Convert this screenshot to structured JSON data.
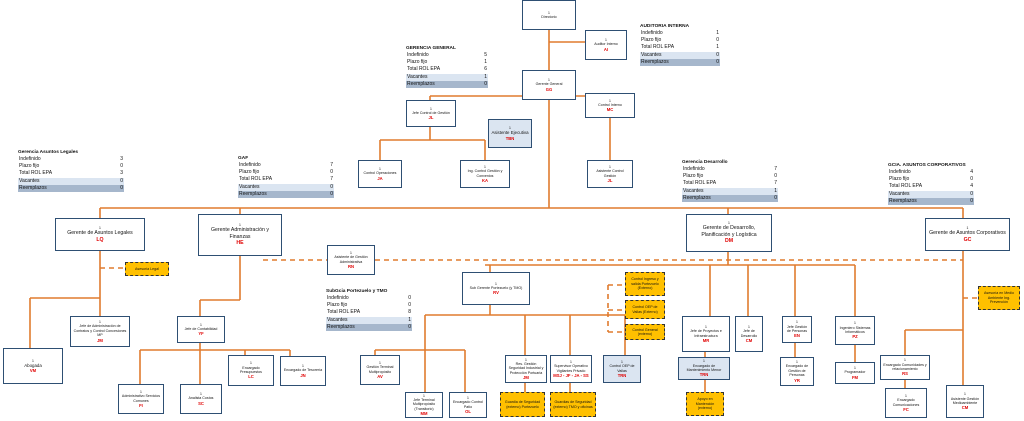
{
  "positions": {
    "director": {
      "count": "1",
      "title": "Directorio",
      "code": ""
    },
    "auditor": {
      "count": "1",
      "title": "Auditor Interno",
      "code": "AI"
    },
    "gerente_general": {
      "count": "1",
      "title": "Gerente General",
      "code": "GG"
    },
    "jefe_control_gestion": {
      "count": "1",
      "title": "Jefe Control de Gestión",
      "code": "JL"
    },
    "control_interno": {
      "count": "1",
      "title": "Control Interno",
      "code": "MC"
    },
    "asistente_ejecutiva": {
      "count": "1",
      "title": "Asistente Ejecutiva",
      "code": "TBN"
    },
    "control_operaciones": {
      "count": "1",
      "title": "Control Operaciones",
      "code": "JA"
    },
    "ing_control": {
      "count": "1",
      "title": "Ing. Control Gestión y Convenios",
      "code": "KA"
    },
    "asistente_control_gestion": {
      "count": "1",
      "title": "Asistente Control Gestión",
      "code": "JL"
    },
    "gerente_legales": {
      "count": "1",
      "title": "Gerente de Asuntos Legales",
      "code": "LQ"
    },
    "gerente_admin": {
      "count": "1",
      "title": "Gerente Administración y Finanzas",
      "code": "HE"
    },
    "gerente_desarrollo": {
      "count": "1",
      "title": "Gerente de Desarrollo, Planificación y Logística",
      "code": "DM"
    },
    "gerente_corporativos": {
      "count": "1",
      "title": "Gerente de Asuntos Corporativos",
      "code": "GC"
    },
    "asistente_admin": {
      "count": "1",
      "title": "Asistente de Gestión Administrativa",
      "code": "RN"
    },
    "sub_gerente_portezuelo": {
      "count": "1",
      "title": "Sub Gerente Portezuelo (y TMO)",
      "code": "RV"
    },
    "jefe_contratos": {
      "count": "1",
      "title": "Jefe de Administración de Contratos y Control Concesiones MP",
      "code": "JM"
    },
    "abogada": {
      "count": "1",
      "title": "Abogada",
      "code": "VM"
    },
    "jefe_contabilidad": {
      "count": "1",
      "title": "Jefe de Contabilidad",
      "code": "YF"
    },
    "administrativo": {
      "count": "1",
      "title": "Administrativo Servicios Comunes",
      "code": "FI"
    },
    "analista_costos": {
      "count": "1",
      "title": "Analista Costos",
      "code": "SC"
    },
    "encargado_presupuestos": {
      "count": "1",
      "title": "Encargado Presupuestos",
      "code": "LC"
    },
    "encargado_tesoreria": {
      "count": "1",
      "title": "Encargado de Tesorería",
      "code": "JN"
    },
    "gestion_terminal": {
      "count": "1",
      "title": "Gestión Terminal Multipropósito",
      "code": "AV"
    },
    "jefe_terminal": {
      "count": "1",
      "title": "Jefe Terminal Multipropósito (Transitorio)",
      "code": "MM"
    },
    "encargado_control_patio": {
      "count": "1",
      "title": "Encargado Control Patio",
      "code": "OL"
    },
    "res_gestion_seguridad": {
      "count": "1",
      "title": "Res. Gestión Seguridad Industrial y Protección Portuaria",
      "code": "JM"
    },
    "supervisor_operativo": {
      "count": "1",
      "title": "Supervisor Operativo Vigilantes Privado",
      "code": "MSJ - JF - JA - SS"
    },
    "control_oep": {
      "count": "1",
      "title": "Control OEP de Vallas",
      "code": "TRN"
    },
    "jefe_proyectos": {
      "count": "1",
      "title": "Jefe de Proyectos e Infraestructura",
      "code": "MR"
    },
    "jefe_desarrollo": {
      "count": "1",
      "title": "Jefe de Desarrollo",
      "code": "CM"
    },
    "jefe_gestion_personas": {
      "count": "1",
      "title": "Jefe Gestión de Personas",
      "code": "EN"
    },
    "ingeniero_sistemas": {
      "count": "1",
      "title": "Ingeniero Sistemas Informáticos",
      "code": "PZ"
    },
    "encargado_mantenimiento": {
      "count": "1",
      "title": "Encargado de Mantenimiento Menor",
      "code": "TRN"
    },
    "encargado_gestion_personas": {
      "count": "1",
      "title": "Encargado de Gestión de Personas",
      "code": "YR"
    },
    "programador": {
      "count": "1",
      "title": "Programador",
      "code": "FM"
    },
    "encargado_comunidades": {
      "count": "1",
      "title": "Encargado Comunidades y relacionamiento",
      "code": "RS"
    },
    "encargado_comunicaciones": {
      "count": "1",
      "title": "Encargado Comunicaciones",
      "code": "FC"
    },
    "asistente_medioambiente": {
      "count": "1",
      "title": "Asistente Gestión Medioambiente",
      "code": "CM"
    }
  },
  "external": {
    "asesoria_legal": "Asesoría Legal",
    "asesoria_medio_ambiente": "Asesoría en Medio Ambiente Ing. Prevención",
    "guardia_seguridad": "Guardia de Seguridad (externo) Portezuelo",
    "guardias_seguridad_tmo": "Guardias de Seguridad (externo) TMO y oficinas",
    "apoyo_mantencion": "Apoyo en Mantención (externo)",
    "control_portezuelo": "Control Ingreso y salida Portezuelo (Externo)",
    "control_oep_externo": "Control OEP de Vallas (Externo)",
    "control_general": "Control General (externo)"
  },
  "stats": {
    "auditoria": {
      "title": "AUDITORIA INTERNA",
      "indefinido": "1",
      "plazo_fijo": "0",
      "total": "1",
      "vacantes": "0",
      "reemplazos": "0"
    },
    "gerencia_general": {
      "title": "GERENCIA GENERAL",
      "indefinido": "5",
      "plazo_fijo": "1",
      "total": "6",
      "vacantes": "1",
      "reemplazos": "0"
    },
    "legales": {
      "title": "Gerencia Asuntos Legales",
      "indefinido": "3",
      "plazo_fijo": "0",
      "total": "3",
      "vacantes": "0",
      "reemplazos": "0"
    },
    "gaf": {
      "title": "GAF",
      "indefinido": "7",
      "plazo_fijo": "0",
      "total": "7",
      "vacantes": "0",
      "reemplazos": "0"
    },
    "desarrollo": {
      "title": "Gerencia Desarrollo",
      "indefinido": "7",
      "plazo_fijo": "0",
      "total": "7",
      "vacantes": "1",
      "reemplazos": "0"
    },
    "corporativos": {
      "title": "GCIA. ASUNTOS CORPORATIVOS",
      "indefinido": "4",
      "plazo_fijo": "0",
      "total": "4",
      "vacantes": "0",
      "reemplazos": "0"
    },
    "portezuelo": {
      "title": "SubGcia Portezuelo y TMO",
      "indefinido": "0",
      "plazo_fijo": "0",
      "total": "8",
      "vacantes": "1",
      "reemplazos": "0"
    }
  },
  "stat_labels": {
    "indefinido": "Indefinido",
    "plazo_fijo": "Plazo fijo",
    "total": "Total ROL EPA",
    "vacantes": "Vacantes",
    "reemplazos": "Reemplazos"
  },
  "colors": {
    "line": "#e07b2e",
    "box_border": "#2e4f73",
    "highlight": "#dbe5f1",
    "external": "#ffc000",
    "code": "#e00000"
  }
}
